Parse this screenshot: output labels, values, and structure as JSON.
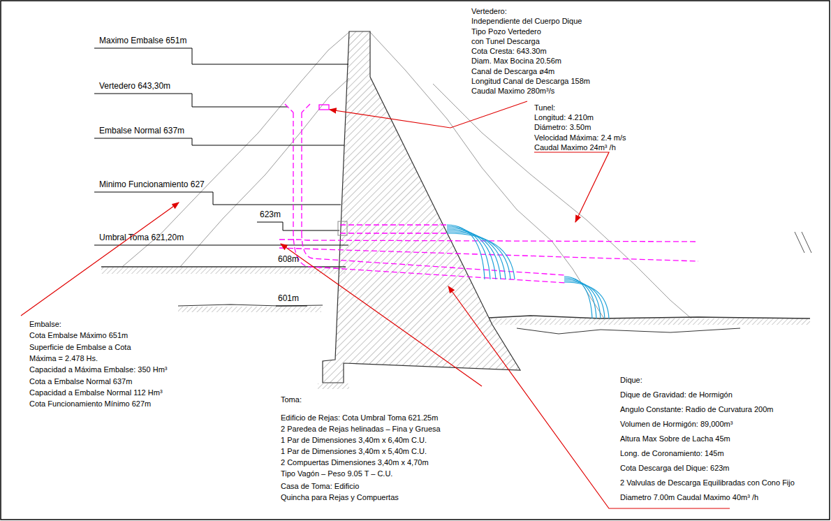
{
  "diagram": {
    "labels": [
      "Maximo Embalse 651m",
      "Vertedero 643,30m",
      "Embalse Normal 637m",
      "Minimo Funcionamiento 627",
      "623m",
      "Umbral Toma 621,20m",
      "608m",
      "601m",
      "Vertedero:",
      "Independiente del Cuerpo Dique",
      "Tipo Pozo Vertedero",
      "con Tunel Descarga",
      "Cota Cresta: 643.30m",
      "Diam. Max Bocina 20.56m",
      "Canal de Descarga ø4m",
      "Longitud Canal de Descarga 158m",
      "Caudal Maximo 280m³/s",
      "Tunel:",
      "Longitud: 4.210m",
      "Diámetro: 3.50m",
      "Velocidad Máxima: 2.4 m/s",
      "Caudal Maximo 24m³ /h",
      "Embalse:",
      "Cota Embalse Máximo 651m",
      "Superficie de Embalse a Cota",
      "Máxima = 2.478 Hs.",
      "Capacidad a Máxima Embalse: 350 Hm³",
      "Cota a Embalse Normal 637m",
      "Capacidad a Embalse Normal 112 Hm³",
      "Cota Funcionamiento Mínimo 627m",
      "Toma:",
      "Edificio de Rejas: Cota Umbral Toma 621.25m",
      "2 Paredea de Rejas helinadas – Fina y Gruesa",
      "1 Par de Dimensiones 3,40m x 6,40m C.U.",
      "1 Par de Dimensiones 3,40m x 5,40m C.U.",
      "2 Compuertas Dimensiones 3,40m x 4,70m",
      "Tipo Vagón – Peso 9.05 T – C.U.",
      "Casa de Toma: Edificio",
      "Quincha para Rejas y Compuertas",
      "Dique:",
      "Dique de Gravidad: de Hormigón",
      "Angulo Constante: Radio de Curvatura 200m",
      "Volumen de Hormigón: 89,000m³",
      "Altura Max Sobre de Lacha 45m",
      "Long. de Coronamiento: 145m",
      "Cota Descarga del Dique: 623m",
      "2 Valvulas de Descarga Equilibradas con Cono Fijo",
      "Diametro 7.00m Caudal Maximo 40m³ /h"
    ]
  }
}
